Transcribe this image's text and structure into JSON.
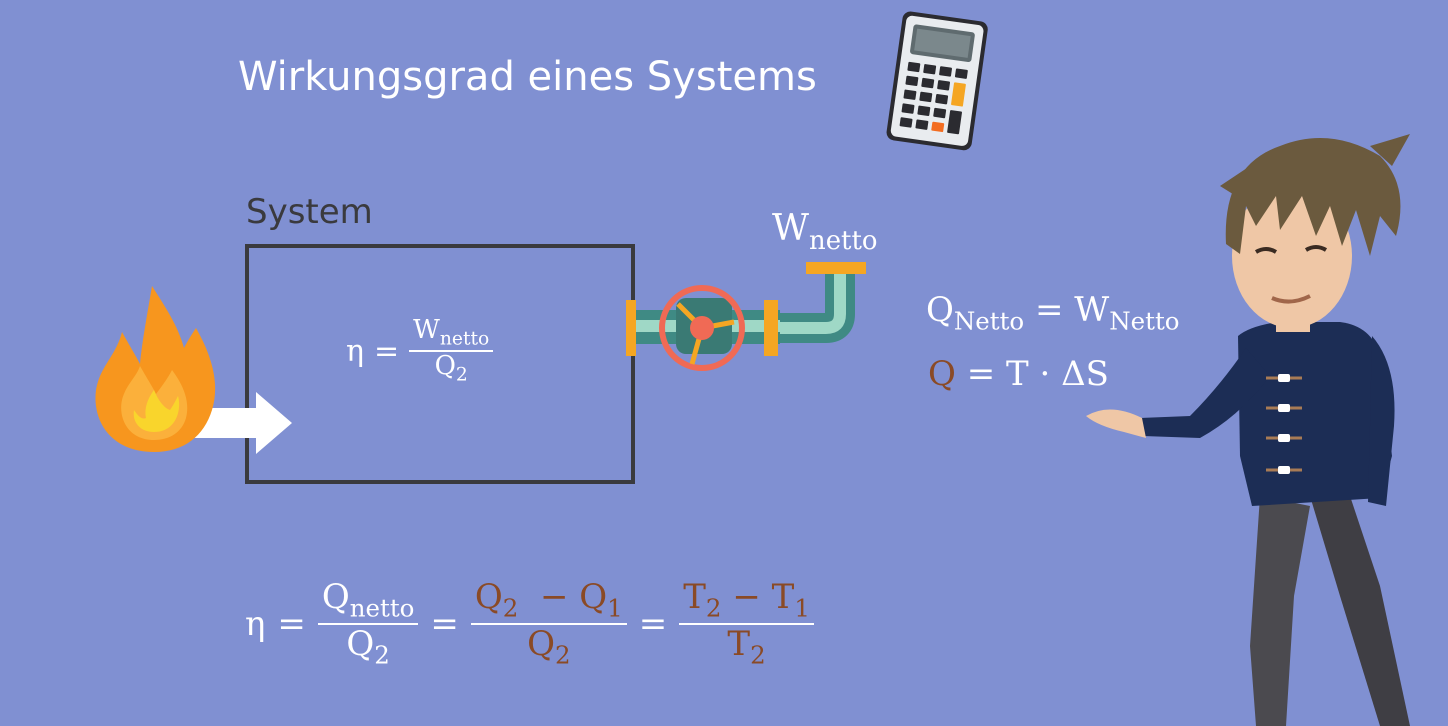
{
  "title": "Wirkungsgrad eines Systems",
  "system": {
    "label": "System"
  },
  "pipe_output": {
    "symbol": "W",
    "subscript": "netto"
  },
  "box_formula": {
    "lhs": "η",
    "eq": "=",
    "numerator": {
      "symbol": "W",
      "subscript": "netto"
    },
    "denominator": {
      "symbol": "Q",
      "subscript": "2"
    }
  },
  "right_formulas": {
    "line1": {
      "lhs_symbol": "Q",
      "lhs_subscript": "Netto",
      "eq": "=",
      "rhs_symbol": "W",
      "rhs_subscript": "Netto"
    },
    "line2": {
      "lhs": "Q",
      "eq": "=",
      "rhs": "T · ΔS"
    }
  },
  "main_formula": {
    "lhs": "η",
    "eq": "=",
    "f1": {
      "num_symbol": "Q",
      "num_subscript": "netto",
      "den_symbol": "Q",
      "den_subscript": "2"
    },
    "f2": {
      "num_a_symbol": "Q",
      "num_a_subscript": "2",
      "minus": "−",
      "num_b_symbol": "Q",
      "num_b_subscript": "1",
      "den_symbol": "Q",
      "den_subscript": "2"
    },
    "f3": {
      "num_a_symbol": "T",
      "num_a_subscript": "2",
      "minus": "−",
      "num_b_symbol": "T",
      "num_b_subscript": "1",
      "den_symbol": "T",
      "den_subscript": "2"
    }
  },
  "colors": {
    "background": "#8090d2",
    "text": "#ffffff",
    "box_border": "#3a3a3e",
    "highlight": "#8a4a26",
    "flame_outer": "#f7961e",
    "flame_inner": "#f9d52c",
    "valve": "#f06a55",
    "pipe": "#4c9a92"
  },
  "icons": [
    "calculator-icon",
    "flame-icon",
    "arrow-right-icon",
    "pipe-valve-icon",
    "presenter-character"
  ]
}
